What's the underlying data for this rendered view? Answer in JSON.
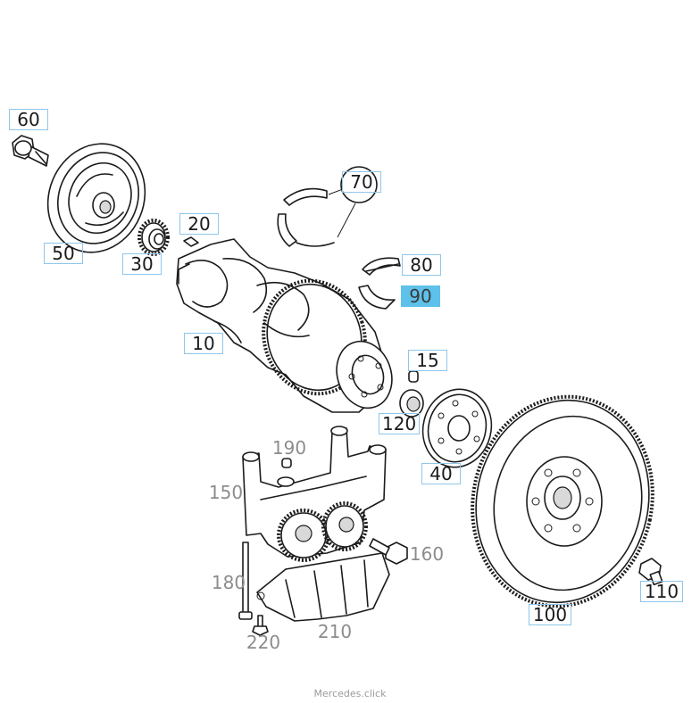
{
  "callouts": [
    {
      "id": "60",
      "label": "60",
      "style": "boxed"
    },
    {
      "id": "50",
      "label": "50",
      "style": "boxed"
    },
    {
      "id": "30",
      "label": "30",
      "style": "boxed"
    },
    {
      "id": "20",
      "label": "20",
      "style": "boxed"
    },
    {
      "id": "10",
      "label": "10",
      "style": "boxed"
    },
    {
      "id": "70",
      "label": "70",
      "style": "boxed"
    },
    {
      "id": "80",
      "label": "80",
      "style": "boxed"
    },
    {
      "id": "90",
      "label": "90",
      "style": "boxed",
      "selected": true
    },
    {
      "id": "15",
      "label": "15",
      "style": "boxed"
    },
    {
      "id": "120",
      "label": "120",
      "style": "boxed"
    },
    {
      "id": "40",
      "label": "40",
      "style": "boxed"
    },
    {
      "id": "190",
      "label": "190",
      "style": "plain"
    },
    {
      "id": "150",
      "label": "150",
      "style": "plain"
    },
    {
      "id": "160",
      "label": "160",
      "style": "plain"
    },
    {
      "id": "180",
      "label": "180",
      "style": "plain"
    },
    {
      "id": "220",
      "label": "220",
      "style": "plain"
    },
    {
      "id": "210",
      "label": "210",
      "style": "plain"
    },
    {
      "id": "100",
      "label": "100",
      "style": "boxed"
    },
    {
      "id": "110",
      "label": "110",
      "style": "boxed"
    }
  ],
  "footer": {
    "text": "Mercedes.click"
  },
  "colors": {
    "callout_border": "#8fc6ea",
    "selected_fill": "#5ec1ea",
    "plain_label": "#8c8c8c",
    "line": "#1b1b1b"
  }
}
